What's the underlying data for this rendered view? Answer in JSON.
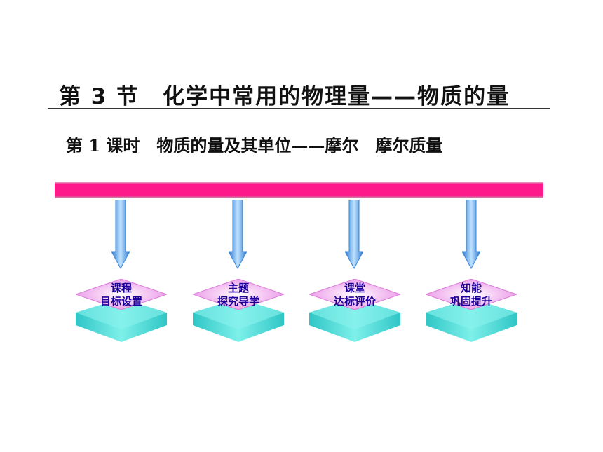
{
  "title": "第 3 节　化学中常用的物理量——物质的量",
  "subtitle": "第 1 课时　物质的量及其单位——摩尔　摩尔质量",
  "colors": {
    "bar": "#ff1a8c",
    "arrow": "#5aa8ee",
    "box_top": "#f3b2f0",
    "box_side": "#40d0d0",
    "label": "#1a0099"
  },
  "boxes": [
    {
      "line1": "课程",
      "line2": "目标设置"
    },
    {
      "line1": "主题",
      "line2": "探究导学"
    },
    {
      "line1": "课堂",
      "line2": "达标评价"
    },
    {
      "line1": "知能",
      "line2": "巩固提升"
    }
  ]
}
